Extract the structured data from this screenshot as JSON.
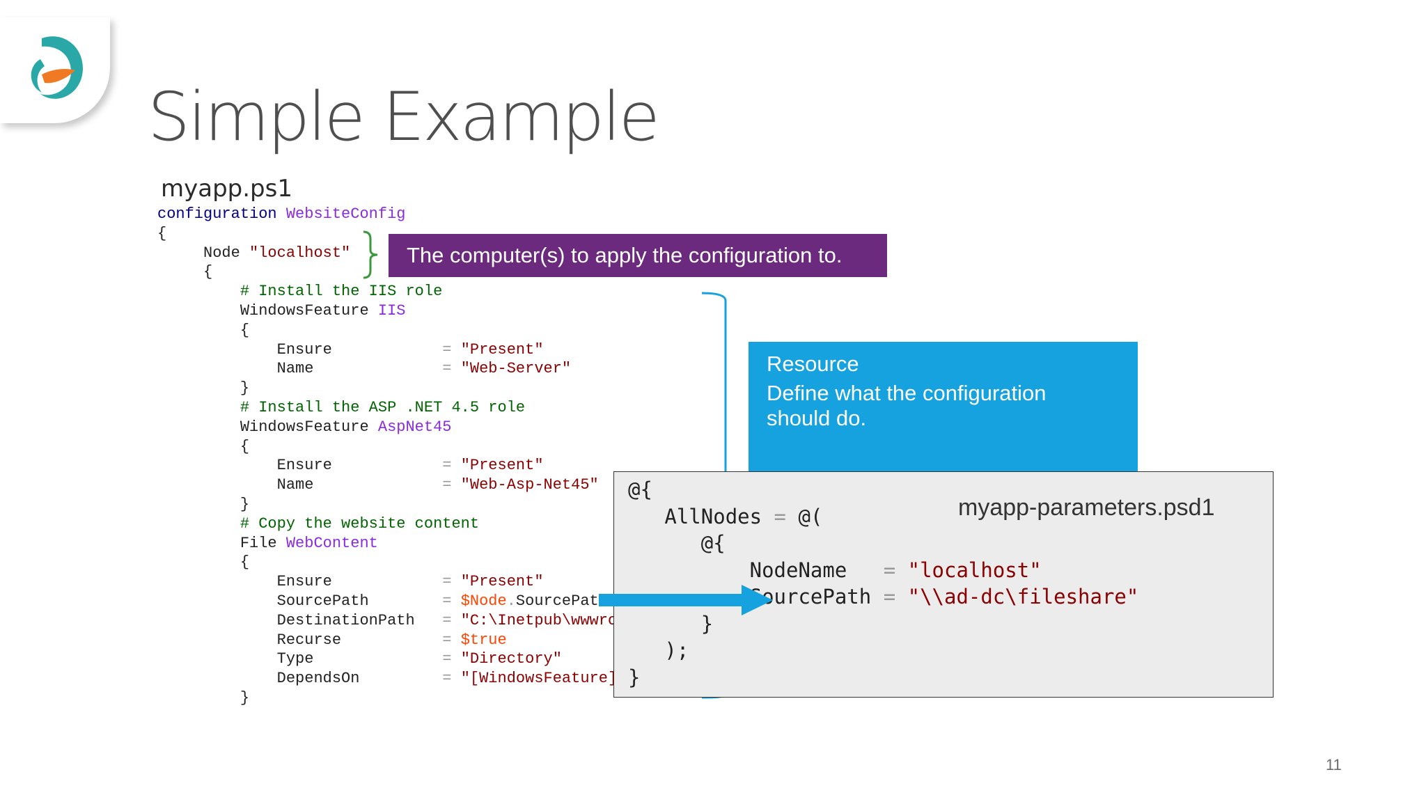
{
  "slide": {
    "title": "Simple Example",
    "page_number": "11"
  },
  "code_file": {
    "filename": "myapp.ps1",
    "lines": {
      "config_kw": "configuration",
      "config_name": "WebsiteConfig",
      "open1": "{",
      "node_kw": "Node",
      "node_val": "\"localhost\"",
      "open2": "{",
      "c1": "# Install the IIS role",
      "wf": "WindowsFeature",
      "wf1_name": "IIS",
      "b_open": "{",
      "ensure": "Ensure",
      "name": "Name",
      "eq": "=",
      "present": "\"Present\"",
      "web_server": "\"Web-Server\"",
      "b_close": "}",
      "c2": "# Install the ASP .NET 4.5 role",
      "wf2_name": "AspNet45",
      "web_asp": "\"Web-Asp-Net45\"",
      "c3": "# Copy the website content",
      "file_kw": "File",
      "file_name": "WebContent",
      "sourcepath": "SourcePath",
      "node_var": "$Node",
      "dot": ".",
      "sp_prop": "SourcePath",
      "destpath": "DestinationPath",
      "dest_val": "\"C:\\Inetpub\\wwwroo",
      "recurse": "Recurse",
      "true_val": "$true",
      "type": "Type",
      "dir_val": "\"Directory\"",
      "dependson": "DependsOn",
      "dep_val": "\"[WindowsFeature]A"
    }
  },
  "callout_node": {
    "text": "The computer(s) to apply the configuration to.",
    "color": "#6b2a7d"
  },
  "resource_box": {
    "heading": "Resource",
    "line1": "Define what the configuration",
    "line2": "should do.",
    "color": "#16a1df"
  },
  "params_file": {
    "filename": "myapp-parameters.psd1",
    "l1": "@{",
    "l2a": "AllNodes",
    "l2eq": "=",
    "l2b": "@(",
    "l3": "@{",
    "l4a": "NodeName",
    "l4eq": "=",
    "l4b": "\"localhost\"",
    "l5a": "SourcePath",
    "l5eq": "=",
    "l5b": "\"\\\\ad-dc\\fileshare\"",
    "l6": "}",
    "l7": ");",
    "l8": "}"
  },
  "icons": {
    "logo": "brand-logo-icon",
    "arrow": "right-arrow-icon"
  },
  "colors": {
    "arrow": "#16a1df",
    "brace": "#3a9a3a"
  }
}
